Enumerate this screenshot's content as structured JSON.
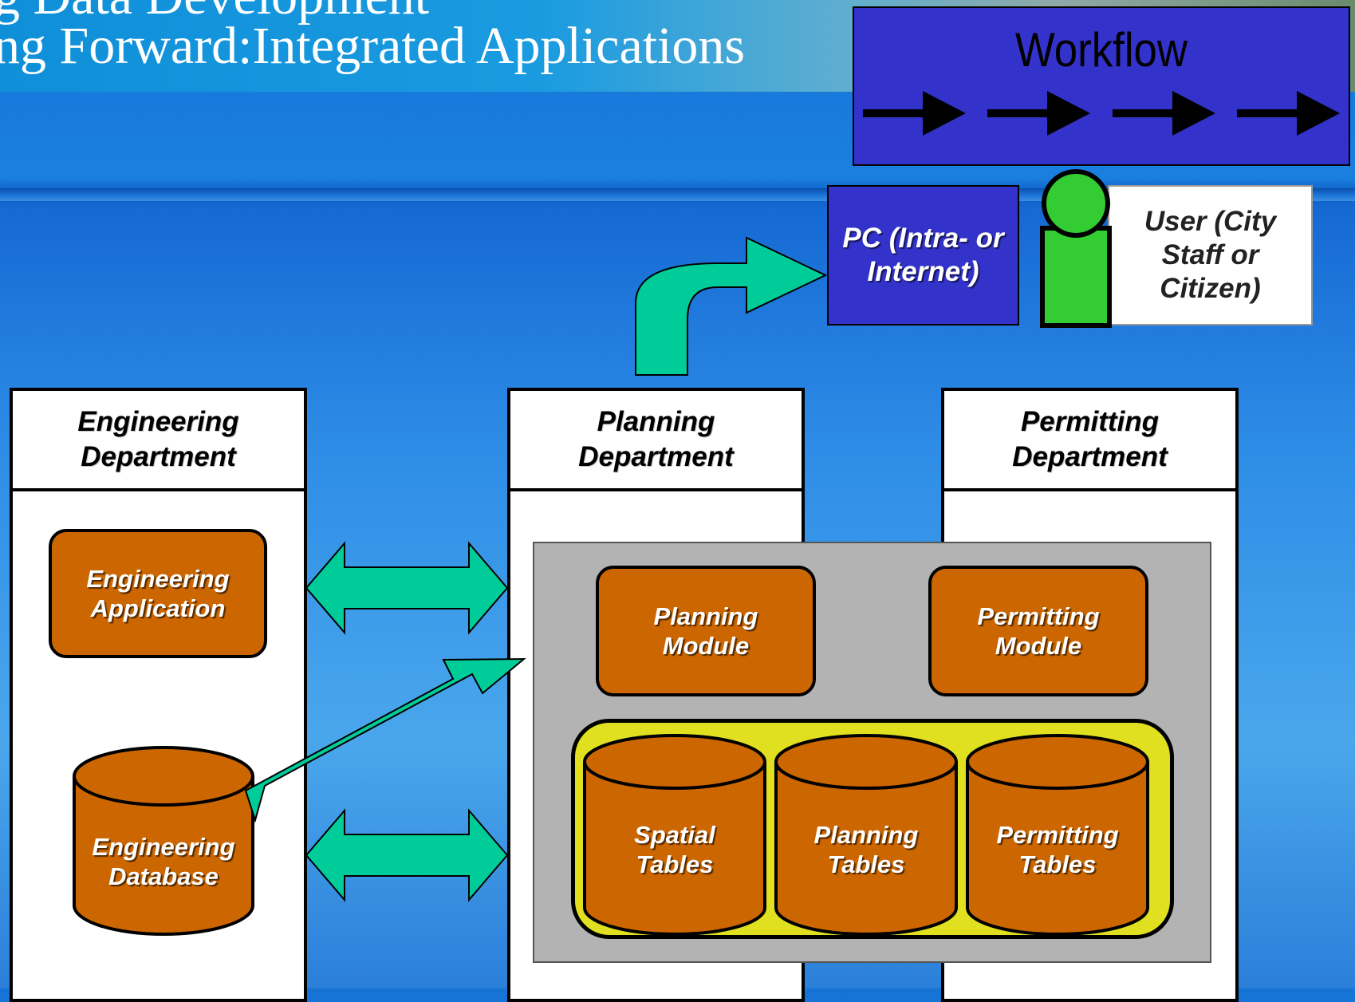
{
  "slide": {
    "title_line_1": "g Data Development",
    "title_line_2": "ng Forward:Integrated Applications"
  },
  "workflow": {
    "label": "Workflow"
  },
  "pc": {
    "label": "PC (Intra- or Internet)"
  },
  "user": {
    "label": "User (City Staff or Citizen)"
  },
  "departments": {
    "engineering": "Engineering Department",
    "planning": "Planning Department",
    "permitting": "Permitting Department"
  },
  "modules": {
    "engineering_application": "Engineering Application",
    "planning_module": "Planning Module",
    "permitting_module": "Permitting Module"
  },
  "databases": {
    "engineering_database": "Engineering Database",
    "spatial_tables": "Spatial Tables",
    "planning_tables": "Planning Tables",
    "permitting_tables": "Permitting Tables"
  },
  "colors": {
    "module_fill": "#cc6600",
    "arrow_fill": "#00cc99",
    "workflow_fill": "#3333cc",
    "user_icon": "#33cc33",
    "integration_panel": "#b3b3b3",
    "table_group": "#e0e020"
  }
}
